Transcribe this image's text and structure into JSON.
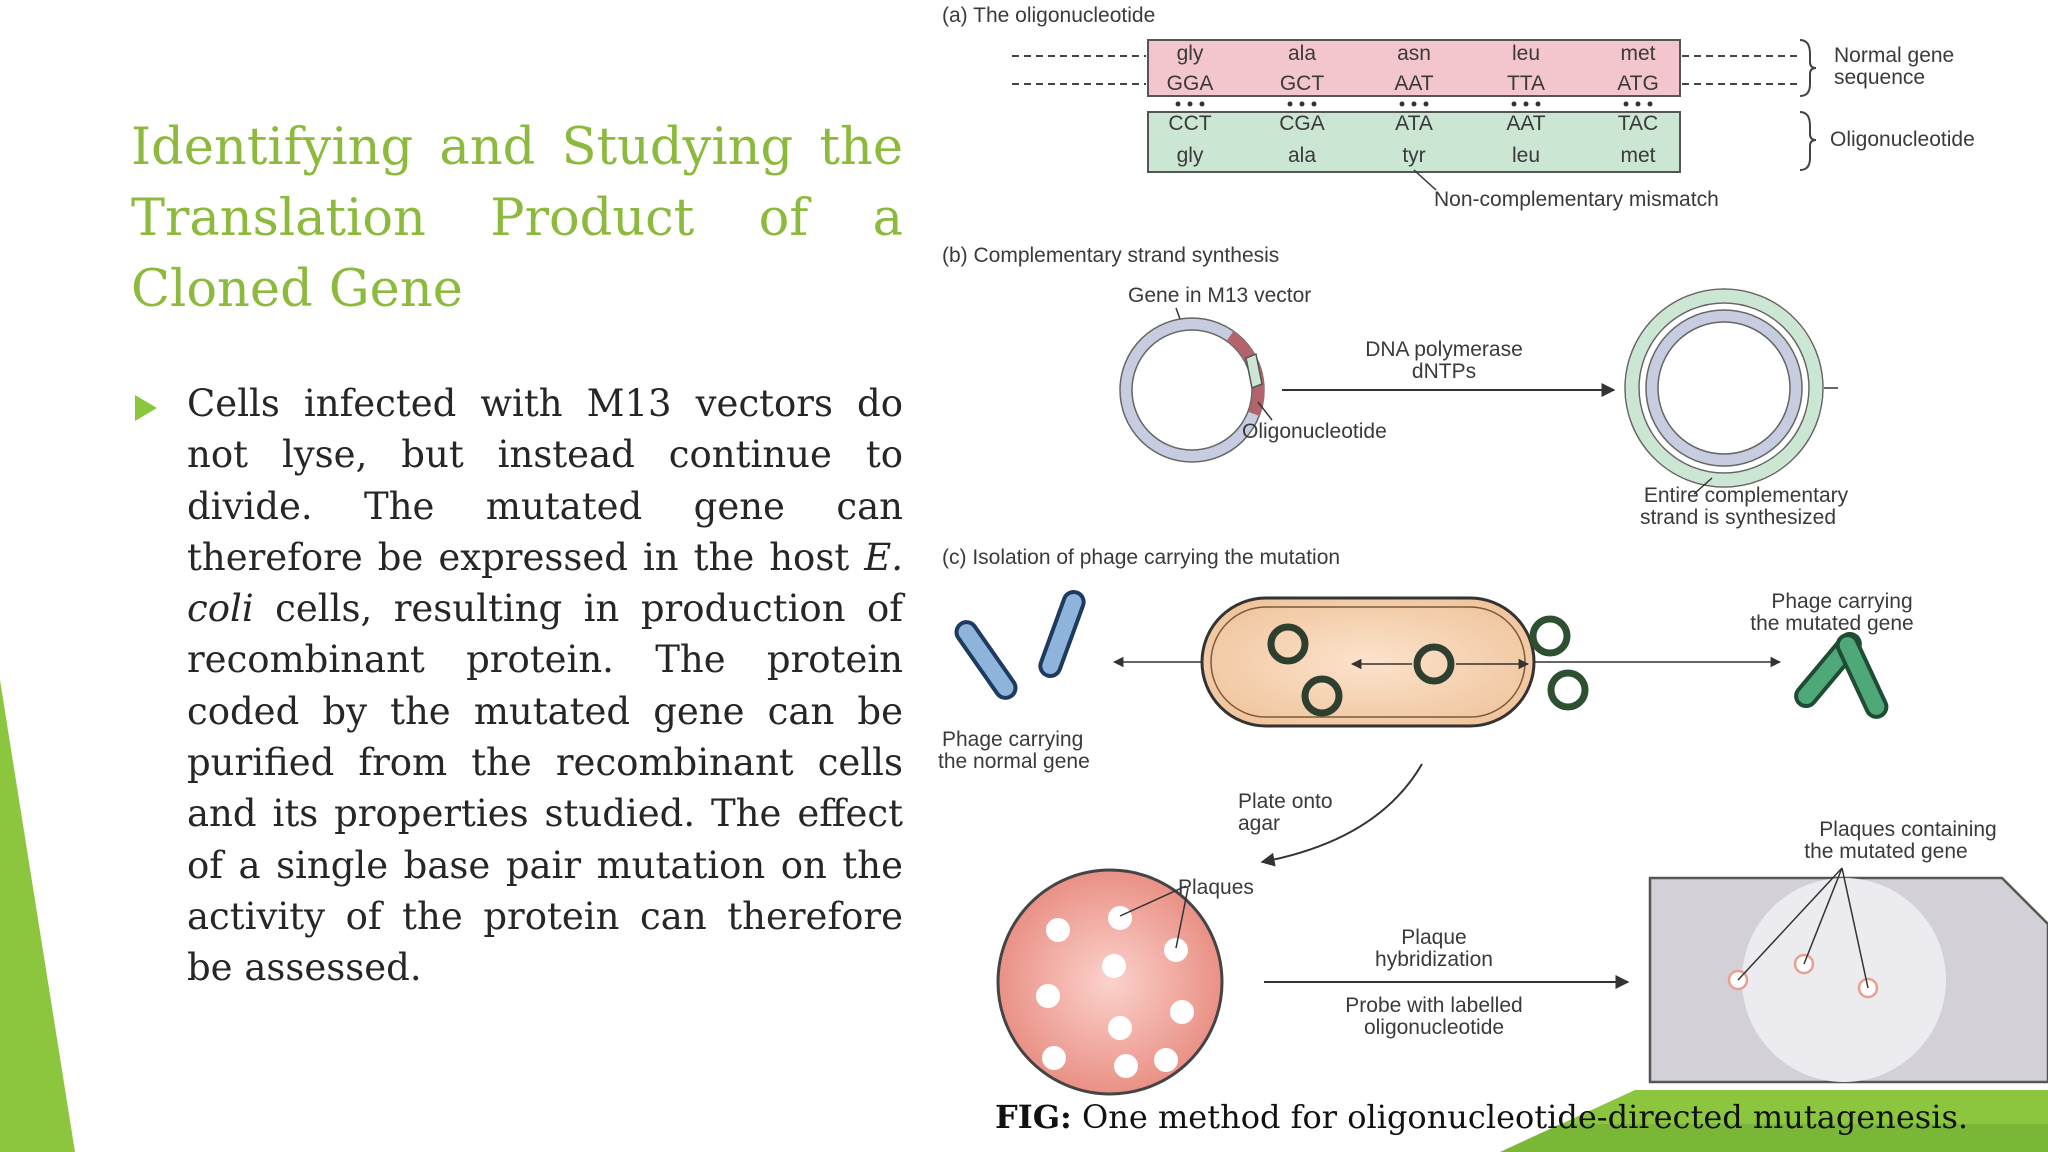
{
  "slide": {
    "title": "Identifying and Studying the Translation Product of a Cloned Gene",
    "bullet": {
      "part1": "Cells infected with M13 vectors do not lyse, but instead continue to divide. The mutated gene can therefore be expressed in the host ",
      "italic": "E. coli",
      "part2": " cells, resulting in production of recombinant protein. The protein coded by the mutated gene can be purified from the recombinant cells and its properties studied. The effect of a single base pair mutation on the activity of the protein can therefore be assessed."
    },
    "caption": {
      "label": "FIG:",
      "text": " One method for oligonucleotide-directed mutagenesis."
    }
  },
  "figure": {
    "panel_a": {
      "heading": "(a)  The oligonucleotide",
      "normal_aa": [
        "gly",
        "ala",
        "asn",
        "leu",
        "met"
      ],
      "normal_codons": [
        "GGA",
        "GCT",
        "AAT",
        "TTA",
        "ATG"
      ],
      "oligo_codons": [
        "CCT",
        "CGA",
        "ATA",
        "AAT",
        "TAC"
      ],
      "oligo_aa": [
        "gly",
        "ala",
        "tyr",
        "leu",
        "met"
      ],
      "normal_label_1": "Normal gene",
      "normal_label_2": "sequence",
      "oligo_label": "Oligonucleotide",
      "mismatch_label": "Non-complementary mismatch"
    },
    "panel_b": {
      "heading": "(b)  Complementary strand synthesis",
      "gene_label": "Gene in M13 vector",
      "enzyme_1": "DNA polymerase",
      "enzyme_2": "dNTPs",
      "oligo_label": "Oligonucleotide",
      "result_1": "Entire complementary",
      "result_2": "strand is synthesized"
    },
    "panel_c": {
      "heading": "(c)  Isolation of phage carrying the mutation",
      "normal_phage_1": "Phage carrying",
      "normal_phage_2": "the normal gene",
      "mutated_phage_1": "Phage carrying",
      "mutated_phage_2": "the mutated gene",
      "plate_1": "Plate onto",
      "plate_2": "agar",
      "plaques": "Plaques",
      "hyb_1": "Plaque",
      "hyb_2": "hybridization",
      "probe_1": "Probe with labelled",
      "probe_2": "oligonucleotide",
      "mut_plaques_1": "Plaques containing",
      "mut_plaques_2": "the mutated gene"
    }
  },
  "colors": {
    "title": "#8cba3c",
    "accent_green": "#8cc63e",
    "dark_green": "#5a9a2a",
    "body_text": "#262626"
  }
}
